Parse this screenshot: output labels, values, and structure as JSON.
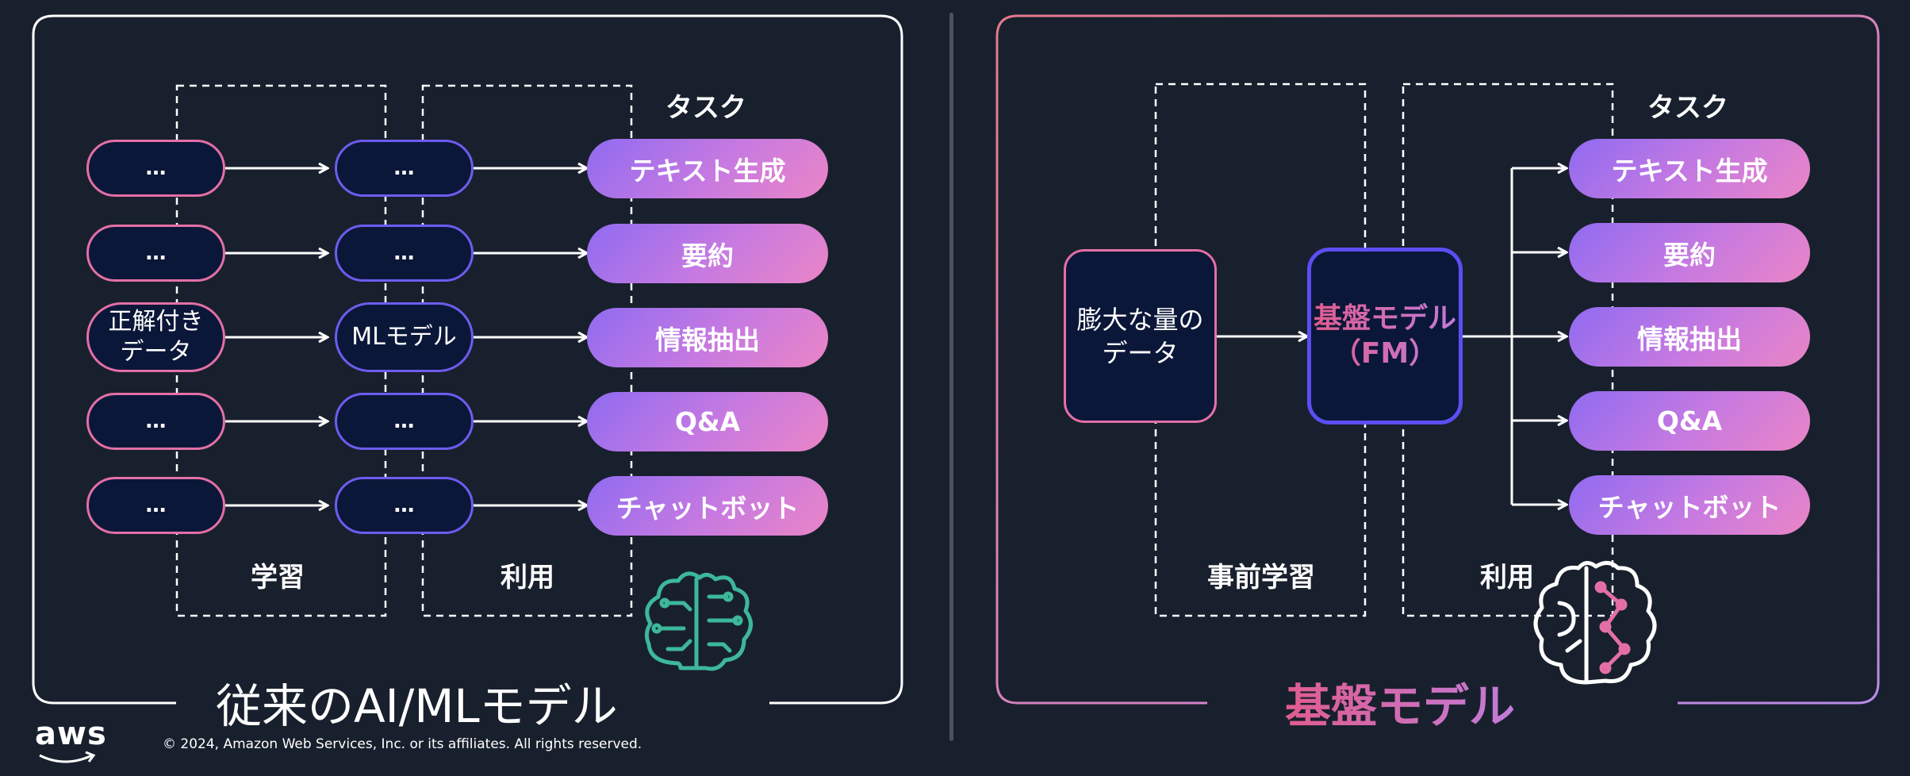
{
  "left_panel": {
    "title": "従来のAI/MLモデル",
    "task_header": "タスク",
    "stage_train": "学習",
    "stage_use": "利用",
    "source_items": [
      "…",
      "…",
      "正解付き\nデータ",
      "…",
      "…"
    ],
    "model_items": [
      "…",
      "…",
      "MLモデル",
      "…",
      "…"
    ],
    "tasks": [
      "テキスト生成",
      "要約",
      "情報抽出",
      "Q&A",
      "チャットボット"
    ],
    "icon": "brain-circuit-icon"
  },
  "right_panel": {
    "title": "基盤モデル",
    "task_header": "タスク",
    "stage_pretrain": "事前学習",
    "stage_use": "利用",
    "data_box": "膨大な量の\nデータ",
    "fm_box": "基盤モデル\n（FM）",
    "tasks": [
      "テキスト生成",
      "要約",
      "情報抽出",
      "Q&A",
      "チャットボット"
    ],
    "icon": "brain-network-icon"
  },
  "footer": {
    "logo": "aws",
    "copyright": "© 2024, Amazon Web Services, Inc. or its affiliates. All rights reserved."
  },
  "colors": {
    "background": "#19202d",
    "pink": "#e36fa6",
    "purple": "#6d5cf0",
    "teal": "#3db89a"
  }
}
